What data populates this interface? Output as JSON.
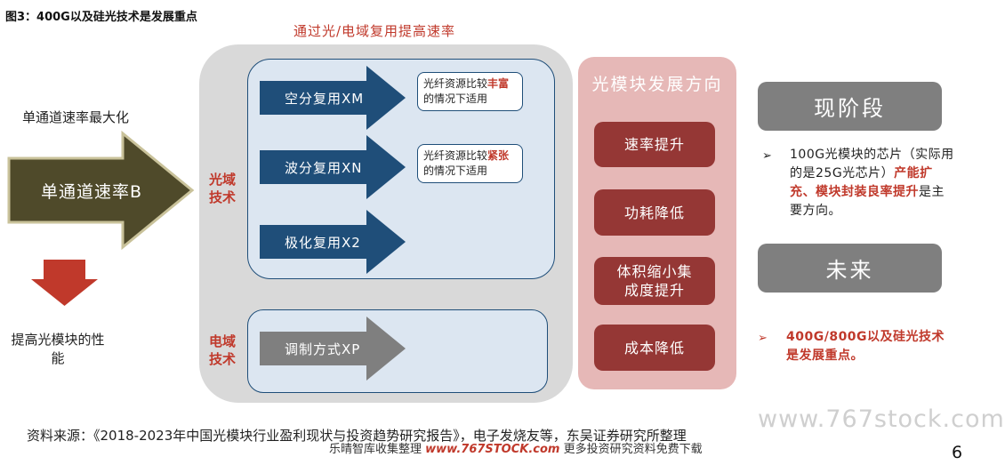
{
  "figure_title": "图3：400G以及硅光技术是发展重点",
  "top_caption": "通过光/电域复用提高速率",
  "left": {
    "title": "单通道速率最大化",
    "arrow_label": "单通道速率B",
    "foot": "提高光模块的性能",
    "colors": {
      "arrow": "#4f4a2a",
      "down_arrow": "#c0392b"
    }
  },
  "optical_label": "光域技术",
  "electrical_label": "电域技术",
  "optical_items": [
    {
      "label": "空分复用XM",
      "note_pre": "光纤资源比较",
      "note_hl": "丰富",
      "note_post": "的情况下适用"
    },
    {
      "label": "波分复用XN",
      "note_pre": "光纤资源比较",
      "note_hl": "紧张",
      "note_post": "的情况下适用"
    },
    {
      "label": "极化复用X2"
    }
  ],
  "electrical_item": {
    "label": "调制方式XP"
  },
  "direction": {
    "title": "光模块发展方向",
    "items": [
      "速率提升",
      "功耗降低",
      "体积缩小集成度提升",
      "成本降低"
    ]
  },
  "current": {
    "label": "现阶段",
    "text_pre": "100G光模块的芯片（实际用的是25G光芯片）",
    "text_hl": "产能扩充、模块封装良率提升",
    "text_post": "是主要方向。"
  },
  "future": {
    "label": "未来",
    "text": "400G/800G以及硅光技术是发展重点。"
  },
  "bullet_glyph": "➢",
  "source": "资料来源：《2018-2023年中国光模块行业盈利现状与投资趋势研究报告》，电子发烧友等，东吴证券研究所整理",
  "watermark": "www.767stock.com",
  "footer": {
    "pre": "乐晴智库收集整理",
    "url": "www.767STOCK.com",
    "post": "更多投资研究资料免费下载"
  },
  "page_number": "6",
  "colors": {
    "accent_red": "#c0392b",
    "navy": "#1f4e79",
    "arrow_blue": "#1f4e79",
    "arrow_gray": "#7f7f7f",
    "brown_button": "#953735",
    "pink_panel": "#e6b8b7"
  }
}
